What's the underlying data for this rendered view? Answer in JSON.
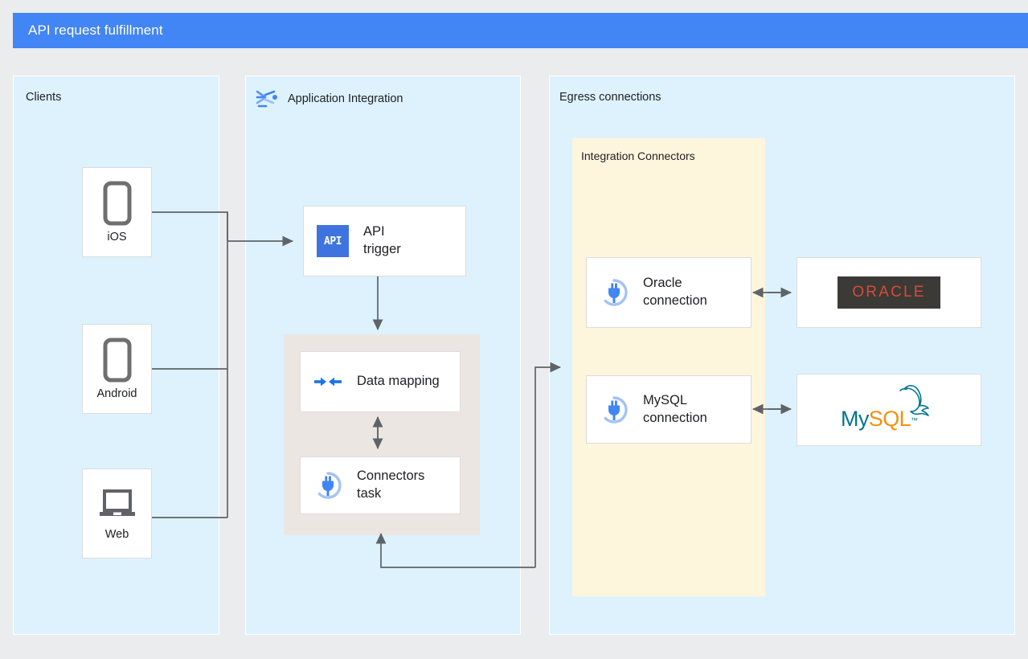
{
  "header": {
    "title": "API request fulfillment",
    "bar_color": "#4285f4"
  },
  "panels": {
    "clients": {
      "label": "Clients"
    },
    "application_integration": {
      "label": "Application Integration",
      "icon": "application-integration-icon"
    },
    "egress": {
      "label": "Egress connections"
    },
    "integration_connectors": {
      "label": "Integration Connectors",
      "bg_color": "#fef5dd"
    }
  },
  "clients": [
    {
      "label": "iOS",
      "icon": "mobile-phone-icon"
    },
    {
      "label": "Android",
      "icon": "mobile-phone-icon"
    },
    {
      "label": "Web",
      "icon": "laptop-icon"
    }
  ],
  "integration_nodes": {
    "api_trigger": {
      "label": "API\ntrigger",
      "icon": "api-icon",
      "icon_text": "API",
      "icon_color": "#3f74e0"
    },
    "data_mapping": {
      "label": "Data mapping",
      "icon": "data-mapping-icon"
    },
    "connectors_task": {
      "label": "Connectors\ntask",
      "icon": "connector-plug-icon"
    }
  },
  "connections": [
    {
      "label": "Oracle\nconnection",
      "icon": "connector-plug-icon"
    },
    {
      "label": "MySQL\nconnection",
      "icon": "connector-plug-icon"
    }
  ],
  "backends": [
    {
      "name": "oracle-logo",
      "text": "ORACLE",
      "bg_color": "#3b3a36",
      "text_color": "#d84a38"
    },
    {
      "name": "mysql-logo",
      "text_primary": "My",
      "text_secondary": "SQL",
      "trademark": "™",
      "primary_color": "#00758f",
      "secondary_color": "#f29111"
    }
  ],
  "edges": {
    "clients_to_api": "clients-to-api-trigger-arrow",
    "api_to_mapping": "api-trigger-to-data-mapping-arrow",
    "mapping_to_task": "data-mapping-to-connectors-task-arrow",
    "task_to_connectors": "connectors-task-to-integration-connectors-arrow",
    "connectors_to_task": "integration-connectors-to-connectors-task-arrow",
    "oracle_bidirectional": "oracle-connection-to-oracle-arrow",
    "mysql_bidirectional": "mysql-connection-to-mysql-arrow"
  }
}
